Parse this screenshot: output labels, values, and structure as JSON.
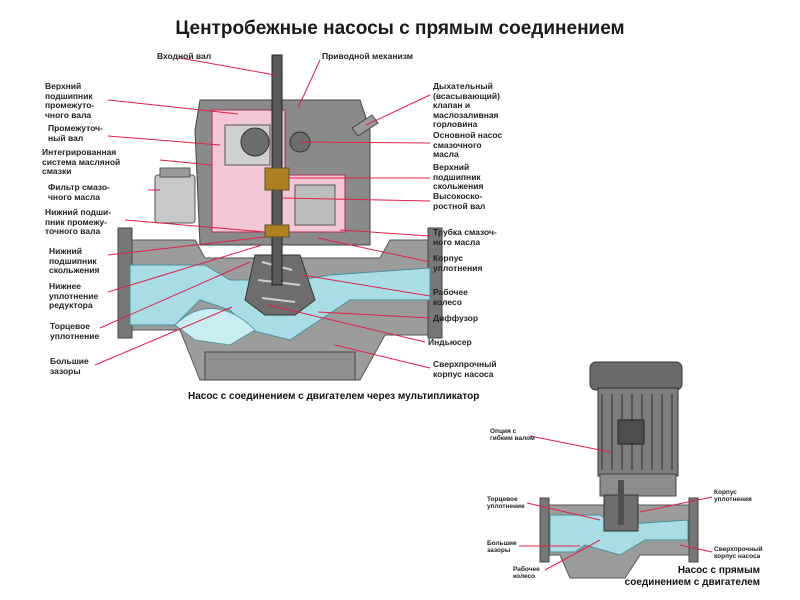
{
  "title": "Центробежные насосы с прямым соединением",
  "main": {
    "caption": "Насос с соединением с двигателем через мультипликатор",
    "top_labels": {
      "input_shaft": "Входной вал",
      "drive": "Приводной механизм"
    },
    "left_labels": [
      "Верхний\nподшипник\nпромежуто-\nчного вала",
      "Промежуточ-\nный вал",
      "Интегрированная\nсистема масляной\nсмазки",
      "Фильтр смазо-\nчного масла",
      "Нижний подши-\nпник промежу-\nточного вала",
      "Нижний\nподшипник\nскольжения",
      "Нижнее\nуплотнение\nредуктора",
      "Торцевое\nуплотнение",
      "Большие\nзазоры"
    ],
    "right_labels": [
      "Дыхательный\n(всасывающий)\nклапан и\nмаслозаливная\nгорловина",
      "Основной насос\nсмазочного\nмасла",
      "Верхний\nподшипник\nскольжения",
      "Высокоско-\nростной вал",
      "Трубка смазоч-\nного масла",
      "Корпус\nуплотнения",
      "Рабочее\nколесо",
      "Диффузор",
      "Индьюсер",
      "Сверхпрочный\nкорпус насоса"
    ]
  },
  "small": {
    "caption_line1": "Насос с прямым",
    "caption_line2": "соединением с двигателем",
    "labels": {
      "option": "Опция с\nгибким валом",
      "seal_case": "Корпус\nуплотнения",
      "face_seal": "Торцевое\nуплотнение",
      "gaps": "Большие\nзазоры",
      "impeller": "Рабочее\nколесо",
      "casing": "Сверхпрочный\nкорпус насоса"
    }
  },
  "colors": {
    "leader": "#e0204a",
    "water": "#a9dde6",
    "oil": "#f3c7d6",
    "metal": "#8a8a8a"
  }
}
